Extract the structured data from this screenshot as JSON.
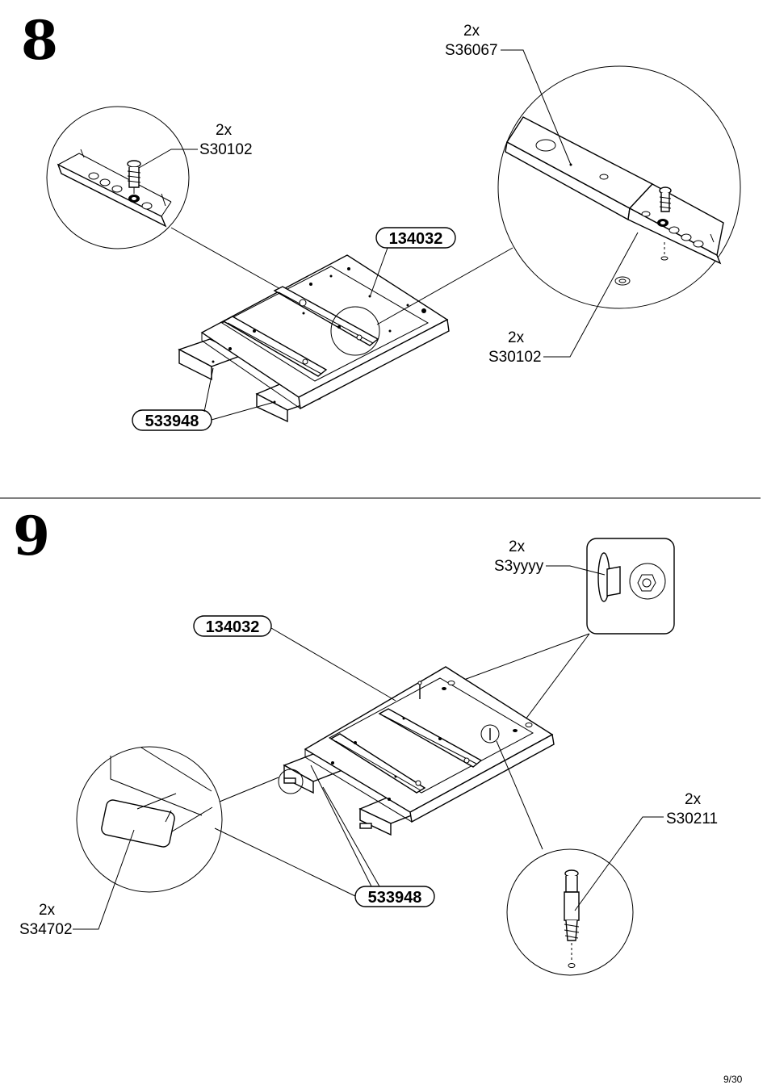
{
  "page": {
    "number": "9/30"
  },
  "step8": {
    "number": "8",
    "panel_top": "134032",
    "panel_bottom": "533948",
    "callout_left": {
      "qty": "2x",
      "part": "S30102"
    },
    "callout_right_top": {
      "qty": "2x",
      "part": "S36067"
    },
    "callout_right_bottom": {
      "qty": "2x",
      "part": "S30102"
    }
  },
  "step9": {
    "number": "9",
    "panel_top": "134032",
    "panel_bottom": "533948",
    "callout_top_right": {
      "qty": "2x",
      "part": "S3yyyy"
    },
    "callout_bottom_right": {
      "qty": "2x",
      "part": "S30211"
    },
    "callout_bottom_left": {
      "qty": "2x",
      "part": "S34702"
    }
  }
}
